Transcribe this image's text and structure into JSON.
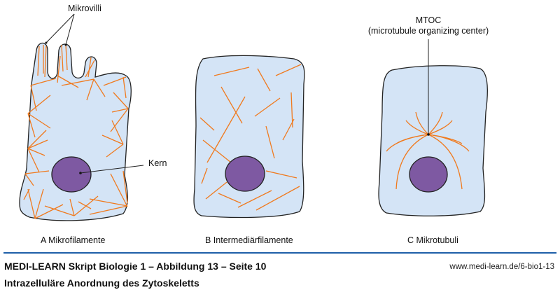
{
  "labels": {
    "mikrovilli": "Mikrovilli",
    "kern": "Kern",
    "mtoc": "MTOC",
    "mtoc_full": "(microtubule organizing center)",
    "panel_a": "A  Mikrofilamente",
    "panel_b": "B  Intermediärfilamente",
    "panel_c": "C  Mikrotubuli"
  },
  "footer": {
    "title": "MEDI-LEARN Skript Biologie 1 – Abbildung 13 – Seite 10",
    "url": "www.medi-learn.de/6-bio1-13",
    "subtitle": "Intrazelluläre Anordnung des Zytoskeletts"
  },
  "colors": {
    "cell": "#d4e4f6",
    "nucleus": "#7e59a2",
    "filament": "#f07a1e",
    "rule": "#1f5fa8"
  }
}
